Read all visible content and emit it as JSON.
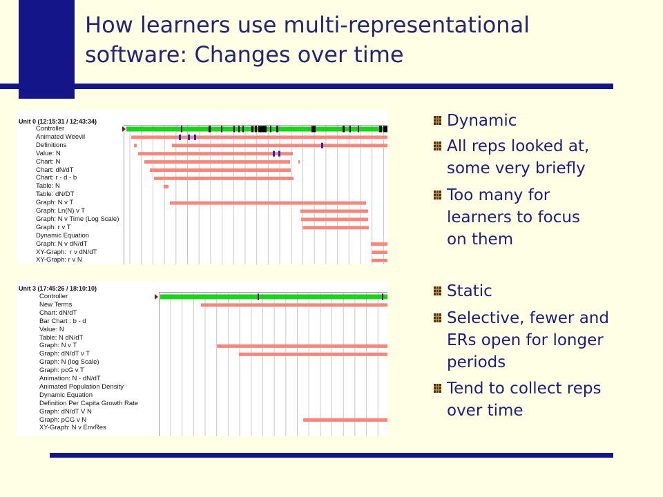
{
  "slide": {
    "title": "How learners use multi-representational software: Changes over time"
  },
  "colors": {
    "background": "#FFFFE5",
    "accent": "#15158A",
    "title_text": "#25256E",
    "body_text": "#1E1E78",
    "rep_bar": "#F4887C",
    "controller_bar": "#1DD21D",
    "event_tick": "#2323CF"
  },
  "icons": {
    "bullet": "bullet-hash-icon",
    "marker": "start-marker-icon"
  },
  "timelines": [
    {
      "title": "Unit 0 (12:15:31 / 12:43:34)",
      "rows": [
        "Controller",
        "Animated Weevil",
        "Definitions",
        "Value: N",
        "Chart: N",
        "Chart: dN/dT",
        "Chart: r - d - b",
        "Table: N",
        "Table: dN/DT",
        "Graph: N v T",
        "Graph: Ln(N) v T",
        "Graph: N v Time (Log Scale)",
        "Graph: r v T",
        "Dynamic Equation",
        "Graph: N v dN/dT",
        "XY-Graph:  r v dN/dT",
        "XY-Graph: r v N"
      ]
    },
    {
      "title": "Unit 3 (17:45:26 / 18:10:10)",
      "rows": [
        "Controller",
        "New Terms",
        "Chart: dN/dT",
        "Bar Chart : b - d",
        "Value: N",
        "Table: N dN/dT",
        "Graph: N v T",
        "Graph: dN/dT v T",
        "Graph: N (log Scale)",
        "Graph: pcG v T",
        "Animation: N - dN/dT",
        "Animated Population Density",
        "Dynamic Equation",
        "Definition Per Capita Growth Rate",
        "Graph: dN/dT V N",
        "Graph: pCG v N",
        "XY-Graph: N v EnvRes"
      ]
    }
  ],
  "bullets": [
    {
      "lines": [
        "Dynamic"
      ]
    },
    {
      "lines": [
        "All reps looked at,",
        "some very briefly"
      ]
    },
    {
      "lines": [
        "Too many for",
        "learners to focus",
        "on them"
      ]
    },
    {
      "lines": [
        "Static"
      ]
    },
    {
      "lines": [
        "Selective, fewer and",
        "ERs open for longer",
        "periods"
      ]
    },
    {
      "lines": [
        "Tend to collect reps",
        "over time"
      ]
    }
  ]
}
